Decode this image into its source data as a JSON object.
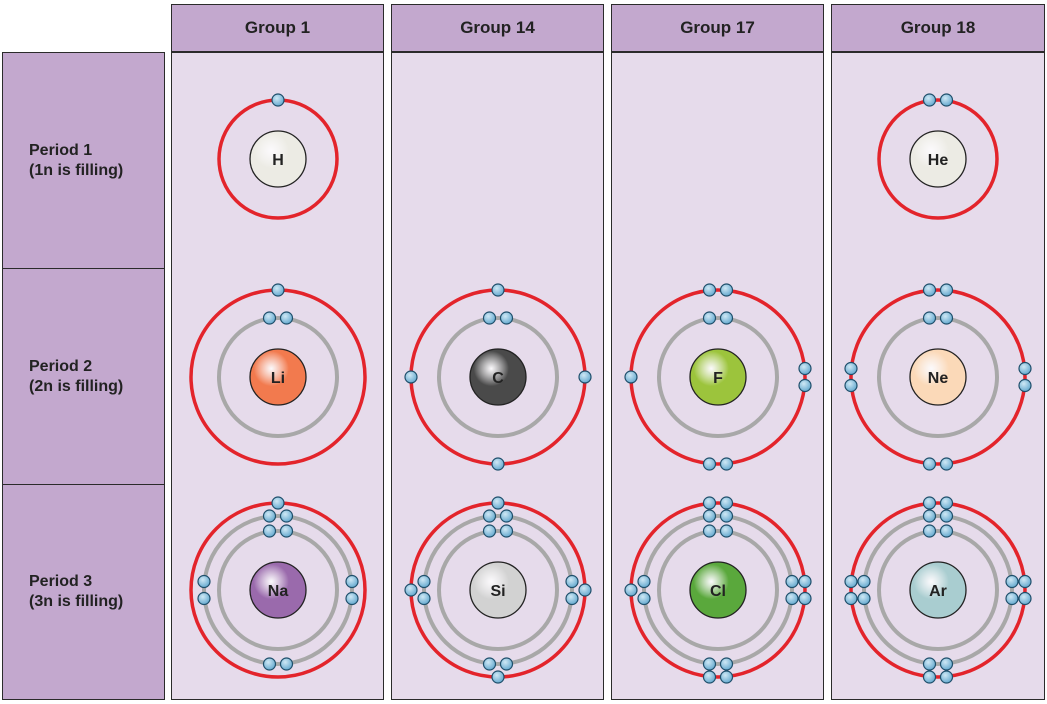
{
  "columns": [
    {
      "label": "Group 1"
    },
    {
      "label": "Group 14"
    },
    {
      "label": "Group 17"
    },
    {
      "label": "Group 18"
    }
  ],
  "rows": [
    {
      "label": "Period 1",
      "sublabel": "(1n is filling)"
    },
    {
      "label": "Period 2",
      "sublabel": "(2n is filling)"
    },
    {
      "label": "Period 3",
      "sublabel": "(3n is filling)"
    }
  ],
  "atoms": [
    {
      "symbol": "H",
      "group": "Group 1",
      "period": "Period 1",
      "shells": [
        1
      ],
      "nucleus_color": "#ecebe4"
    },
    {
      "symbol": "He",
      "group": "Group 18",
      "period": "Period 1",
      "shells": [
        2
      ],
      "nucleus_color": "#ecebe4"
    },
    {
      "symbol": "Li",
      "group": "Group 1",
      "period": "Period 2",
      "shells": [
        2,
        1
      ],
      "nucleus_color": "#f27a4e"
    },
    {
      "symbol": "C",
      "group": "Group 14",
      "period": "Period 2",
      "shells": [
        2,
        4
      ],
      "nucleus_color": "#4a4a4a"
    },
    {
      "symbol": "F",
      "group": "Group 17",
      "period": "Period 2",
      "shells": [
        2,
        7
      ],
      "nucleus_color": "#9cc43c"
    },
    {
      "symbol": "Ne",
      "group": "Group 18",
      "period": "Period 2",
      "shells": [
        2,
        8
      ],
      "nucleus_color": "#fbd9b8"
    },
    {
      "symbol": "Na",
      "group": "Group 1",
      "period": "Period 3",
      "shells": [
        2,
        8,
        1
      ],
      "nucleus_color": "#9a6aac"
    },
    {
      "symbol": "Si",
      "group": "Group 14",
      "period": "Period 3",
      "shells": [
        2,
        8,
        4
      ],
      "nucleus_color": "#d2d2d2"
    },
    {
      "symbol": "Cl",
      "group": "Group 17",
      "period": "Period 3",
      "shells": [
        2,
        8,
        7
      ],
      "nucleus_color": "#5aa83c"
    },
    {
      "symbol": "Ar",
      "group": "Group 18",
      "period": "Period 3",
      "shells": [
        2,
        8,
        8
      ],
      "nucleus_color": "#a9cdd0"
    }
  ],
  "colors": {
    "header_fill": "#c3a8ce",
    "panel_fill": "#e6dbeb",
    "valence_shell": "#e3242b",
    "inner_shell": "#a8a8a8",
    "electron": "#5fa6cd"
  }
}
